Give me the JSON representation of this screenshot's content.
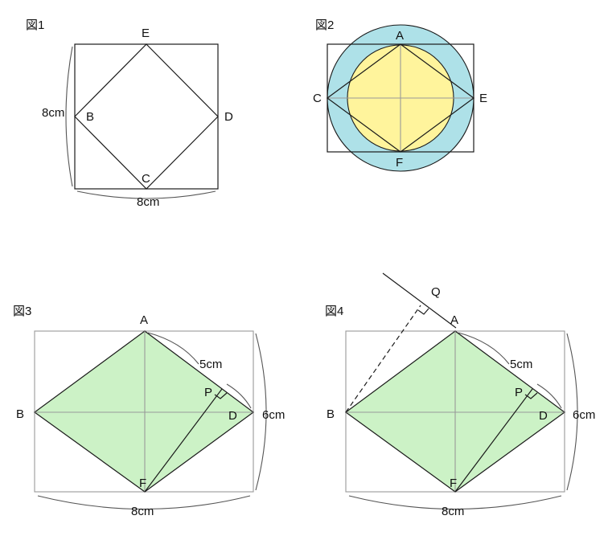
{
  "figures": {
    "fig1": {
      "title": "図1",
      "points": {
        "E": "E",
        "B": "B",
        "D": "D",
        "C": "C"
      },
      "side_label": "8cm",
      "bottom_label": "8cm"
    },
    "fig2": {
      "title": "図2",
      "points": {
        "A": "A",
        "C": "C",
        "E": "E",
        "F": "F"
      },
      "colors": {
        "outer_circle": "#aee1e8",
        "inner_circle": "#fff49c"
      }
    },
    "fig3": {
      "title": "図3",
      "points": {
        "A": "A",
        "B": "B",
        "D": "D",
        "F": "F",
        "P": "P"
      },
      "len_label_top": "5cm",
      "len_label_right": "6cm",
      "len_label_bottom": "8cm",
      "colors": {
        "fill": "#ccf2c6"
      }
    },
    "fig4": {
      "title": "図4",
      "points": {
        "A": "A",
        "B": "B",
        "D": "D",
        "F": "F",
        "P": "P",
        "Q": "Q"
      },
      "len_label_top": "5cm",
      "len_label_right": "6cm",
      "len_label_bottom": "8cm",
      "colors": {
        "fill": "#ccf2c6"
      }
    }
  }
}
